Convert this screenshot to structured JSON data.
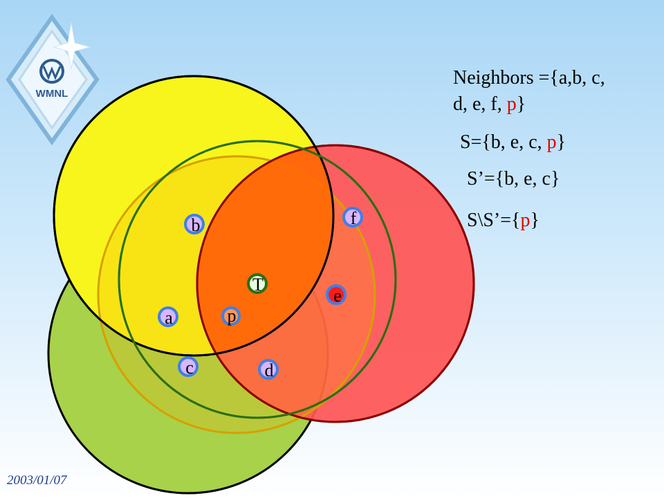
{
  "logo": {
    "text": "WMNL"
  },
  "nodes": [
    {
      "id": "b",
      "label": "b"
    },
    {
      "id": "f",
      "label": "f"
    },
    {
      "id": "T",
      "label": "T"
    },
    {
      "id": "e",
      "label": "e"
    },
    {
      "id": "a",
      "label": "a"
    },
    {
      "id": "p",
      "label": "p"
    },
    {
      "id": "c",
      "label": "c"
    },
    {
      "id": "d",
      "label": "d"
    }
  ],
  "text": {
    "neighbors_line1": "Neighbors ={a,b, c,",
    "neighbors_line2_prefix": "d, e, f, ",
    "neighbors_line2_red": "p",
    "neighbors_line2_suffix": "}",
    "s_prefix": "S={b, e, c, ",
    "s_red": "p",
    "s_suffix": "}",
    "sprime": "S’={b, e, c}",
    "sdiff_prefix": "S\\S’={",
    "sdiff_red": "p",
    "sdiff_suffix": "}"
  },
  "footer": {
    "date": "2003/01/07"
  },
  "colors": {
    "yellow": "#f7f51c",
    "green": "#a7d24a",
    "red": "#ff5555",
    "orange_overlap": "#ff6a00",
    "node_ring_blue": "#3f7fe8",
    "node_ring_green": "#2a6e12",
    "highlight_red": "#e60000"
  }
}
